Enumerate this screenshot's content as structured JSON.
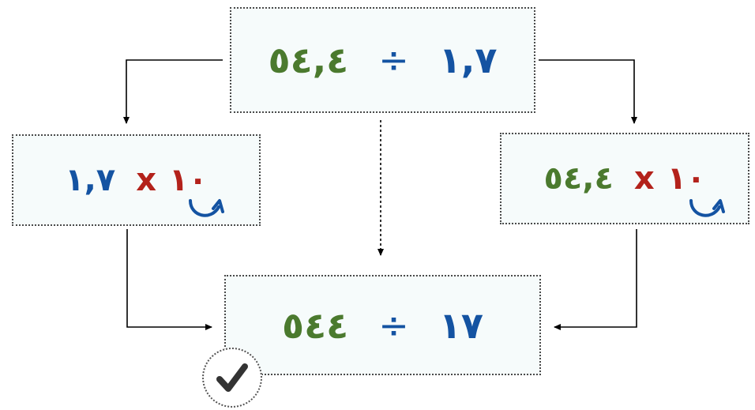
{
  "diagram": {
    "top": {
      "left_operand": "٥٤,٤",
      "operator": "÷",
      "right_operand": "١,٧"
    },
    "left": {
      "factor": "١٠",
      "times": "x",
      "number": "١,٧"
    },
    "right": {
      "factor": "١٠",
      "times": "x",
      "number": "٥٤,٤"
    },
    "bottom": {
      "left_operand": "٥٤٤",
      "operator": "÷",
      "right_operand": "١٧"
    }
  },
  "icons": {
    "badge": "checkmark-icon",
    "decimal_move": "curved-arrow-icon"
  },
  "colors": {
    "dividend": "#4b7a2e",
    "divisor": "#1453a2",
    "multiplier": "#b3221b",
    "arrow": "#000000"
  }
}
